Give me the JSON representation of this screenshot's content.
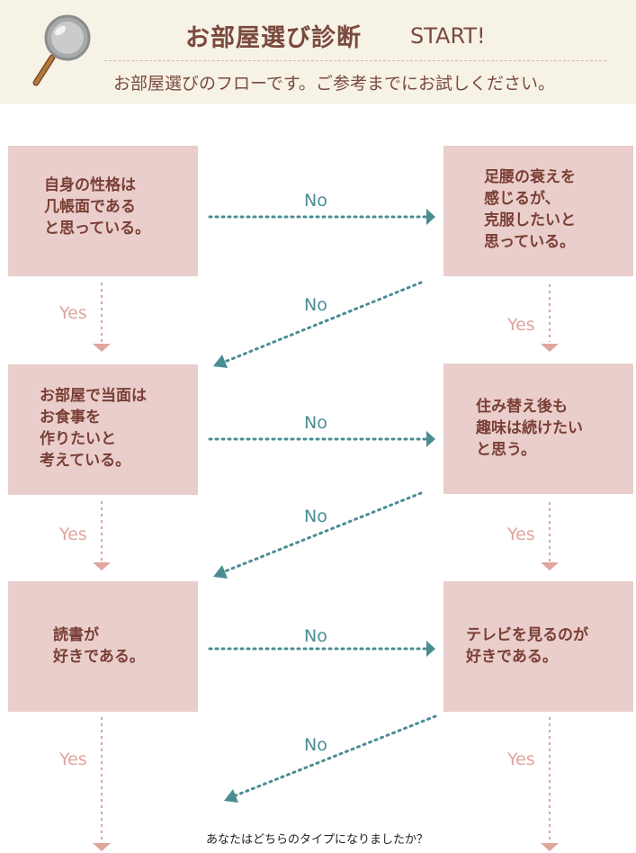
{
  "header": {
    "title": "お部屋選び診断",
    "start": "START!",
    "subtitle": "お部屋選びのフローです。ご参考までにお試しください。",
    "icon": "magnifier-icon"
  },
  "questions": {
    "q1": "自身の性格は\n几帳面である\nと思っている。",
    "q2": "足腰の衰えを\n感じるが、\n克服したいと\n思っている。",
    "q3": "お部屋で当面は\nお食事を\n作りたいと\n考えている。",
    "q4": "住み替え後も\n趣味は続けたい\nと思う。",
    "q5": "読書が\n好きである。",
    "q6": "テレビを見るのが\n好きである。"
  },
  "labels": {
    "no": "No",
    "yes": "Yes"
  },
  "footer": {
    "prompt": "あなたはどちらのタイプになりましたか？"
  },
  "colors": {
    "header_bg": "#f7f2e6",
    "box_bg": "#e9cecc",
    "no_arrow": "#4a8d93",
    "yes_arrow": "#e0a59d",
    "text": "#7a3e34"
  }
}
